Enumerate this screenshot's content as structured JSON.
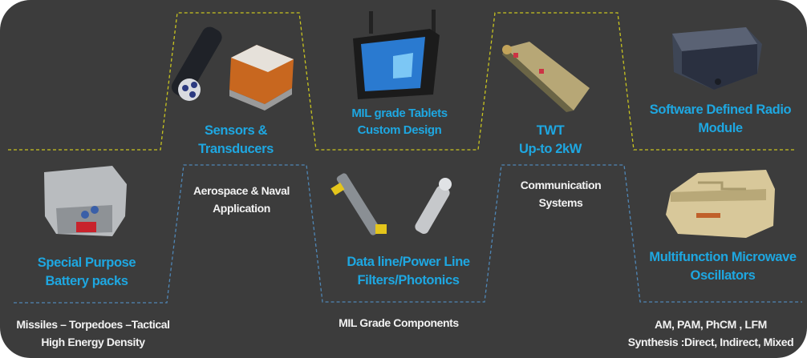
{
  "colors": {
    "background": "#3c3c3c",
    "accent_blue": "#1ea7e1",
    "dash_yellow": "#c8c420",
    "dash_blue": "#4f86b5"
  },
  "products": [
    {
      "id": "sensors",
      "line1": "Sensors &",
      "line2": "Transducers",
      "icon": "sensor-image"
    },
    {
      "id": "tablets",
      "line1": "MIL grade Tablets",
      "line2": "Custom Design",
      "icon": "tablet-image"
    },
    {
      "id": "twt",
      "line1": "TWT",
      "line2": "Up-to  2kW",
      "icon": "twt-image"
    },
    {
      "id": "sdr",
      "line1": "Software Defined Radio",
      "line2": "Module",
      "icon": "radio-module-image"
    },
    {
      "id": "battery",
      "line1": "Special Purpose",
      "line2": "Battery packs",
      "icon": "battery-pack-image"
    },
    {
      "id": "filters",
      "line1": "Data line/Power Line",
      "line2": "Filters/Photonics",
      "icon": "filter-connector-image"
    },
    {
      "id": "oscillators",
      "line1": "Multifunction Microwave",
      "line2": "Oscillators",
      "icon": "oscillator-image"
    }
  ],
  "notes": {
    "aerospace": {
      "line1": "Aerospace & Naval",
      "line2": "Application"
    },
    "communication": {
      "line1": "Communication",
      "line2": "Systems"
    },
    "components": {
      "line1": "MIL Grade Components"
    },
    "missiles": {
      "line1": "Missiles – Torpedoes –Tactical",
      "line2": "High Energy Density"
    },
    "modulation": {
      "line1": "AM, PAM, PhCM , LFM",
      "line2": "Synthesis :Direct, Indirect, Mixed"
    }
  }
}
